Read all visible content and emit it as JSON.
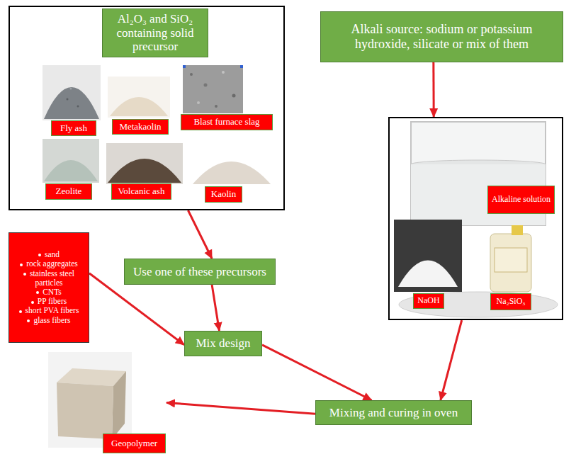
{
  "diagram": {
    "nodes": [
      {
        "text": [
          "Al₂O₃ and SiO₂ containing solid precursor"
        ]
      },
      {
        "text": [
          "Fly ash"
        ],
        "in": 0
      },
      {
        "text": [
          "Metakaolin"
        ],
        "in": 0
      },
      {
        "text": [
          "Blast furnace slag"
        ],
        "in": 0
      },
      {
        "text": [
          "Zeolite"
        ],
        "in": 0
      },
      {
        "text": [
          "Volcanic ash"
        ],
        "in": 0
      },
      {
        "text": [
          "Kaolin"
        ],
        "in": 0
      },
      {
        "text": [
          "Alkali source: sodium or potassium hydroxide, silicate or mix of them"
        ]
      },
      {
        "text": [
          "Alkaline solution"
        ]
      },
      {
        "text": [
          "NaOH"
        ],
        "in": 8
      },
      {
        "text": [
          "Na₂SiO₃"
        ],
        "in": 8
      },
      {
        "text": [
          "sand",
          "rock aggregates",
          "stainless steel particles",
          "CNTs",
          "PP fibers",
          "short PVA fibers",
          "glass fibers"
        ]
      },
      {
        "text": [
          "Use one of these precursors"
        ]
      },
      {
        "text": [
          "Mix design"
        ]
      },
      {
        "text": [
          "Mixing and curing in oven"
        ]
      },
      {
        "text": [
          "Geopolymer"
        ]
      }
    ],
    "edges": [
      {
        "from": 0,
        "to": 12,
        "arrow": "to"
      },
      {
        "from": 7,
        "to": 8,
        "arrow": "to"
      },
      {
        "from": 11,
        "to": 13,
        "arrow": "to"
      },
      {
        "from": 12,
        "to": 13,
        "arrow": "to"
      },
      {
        "from": 13,
        "to": 14,
        "arrow": "to"
      },
      {
        "from": 8,
        "to": 14,
        "arrow": "to"
      },
      {
        "from": 14,
        "to": 15,
        "arrow": "to"
      }
    ]
  }
}
